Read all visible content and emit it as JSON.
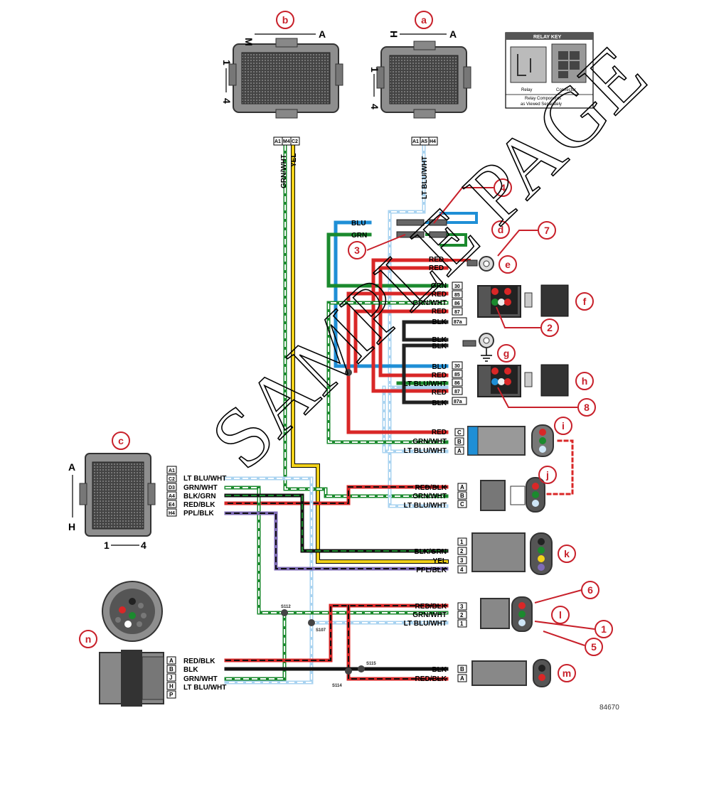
{
  "callouts": {
    "a": "a",
    "b": "b",
    "c": "c",
    "d": "d",
    "e": "e",
    "f": "f",
    "g": "g",
    "h": "h",
    "i": "i",
    "j": "j",
    "k": "k",
    "l": "l",
    "m": "m",
    "n": "n"
  },
  "numbers": {
    "n1": "1",
    "n2": "2",
    "n3": "3",
    "n4": "4",
    "n5": "5",
    "n6": "6",
    "n7": "7",
    "n8": "8"
  },
  "connector_b": {
    "left_letter": "M",
    "right_letter": "A",
    "top_num": "1",
    "bottom_num": "4",
    "pins": [
      "A1",
      "M4",
      "C2"
    ]
  },
  "connector_a": {
    "left_letter": "H",
    "right_letter": "A",
    "top_num": "1",
    "bottom_num": "4",
    "pins": [
      "A1",
      "A5",
      "H4"
    ]
  },
  "connector_c": {
    "top_letter": "A",
    "bottom_letter": "H",
    "left_num": "1",
    "right_num": "4",
    "pins": [
      "A1",
      "C2",
      "D3",
      "A4",
      "E4",
      "H4"
    ]
  },
  "relay_key": {
    "title": "RELAY KEY",
    "relay": "Relay",
    "connector": "Connector",
    "caption1": "Relay Components",
    "caption2": "as Viewed Separately"
  },
  "wires": {
    "grn_wht": "GRN/WHT",
    "yel": "YEL",
    "lt_blu_wht": "LT BLU/WHT",
    "blu": "BLU",
    "grn": "GRN",
    "red": "RED",
    "blk": "BLK",
    "red_blk": "RED/BLK",
    "blk_grn": "BLK/GRN",
    "ppl_blk": "PPL/BLK"
  },
  "relay_pins": [
    "30",
    "85",
    "86",
    "87",
    "87a"
  ],
  "splices": {
    "s112": "S112",
    "s107": "S107",
    "s114": "S114",
    "s115": "S115"
  },
  "watermark": "SAMPLE PAGE",
  "figure_number": "84670"
}
